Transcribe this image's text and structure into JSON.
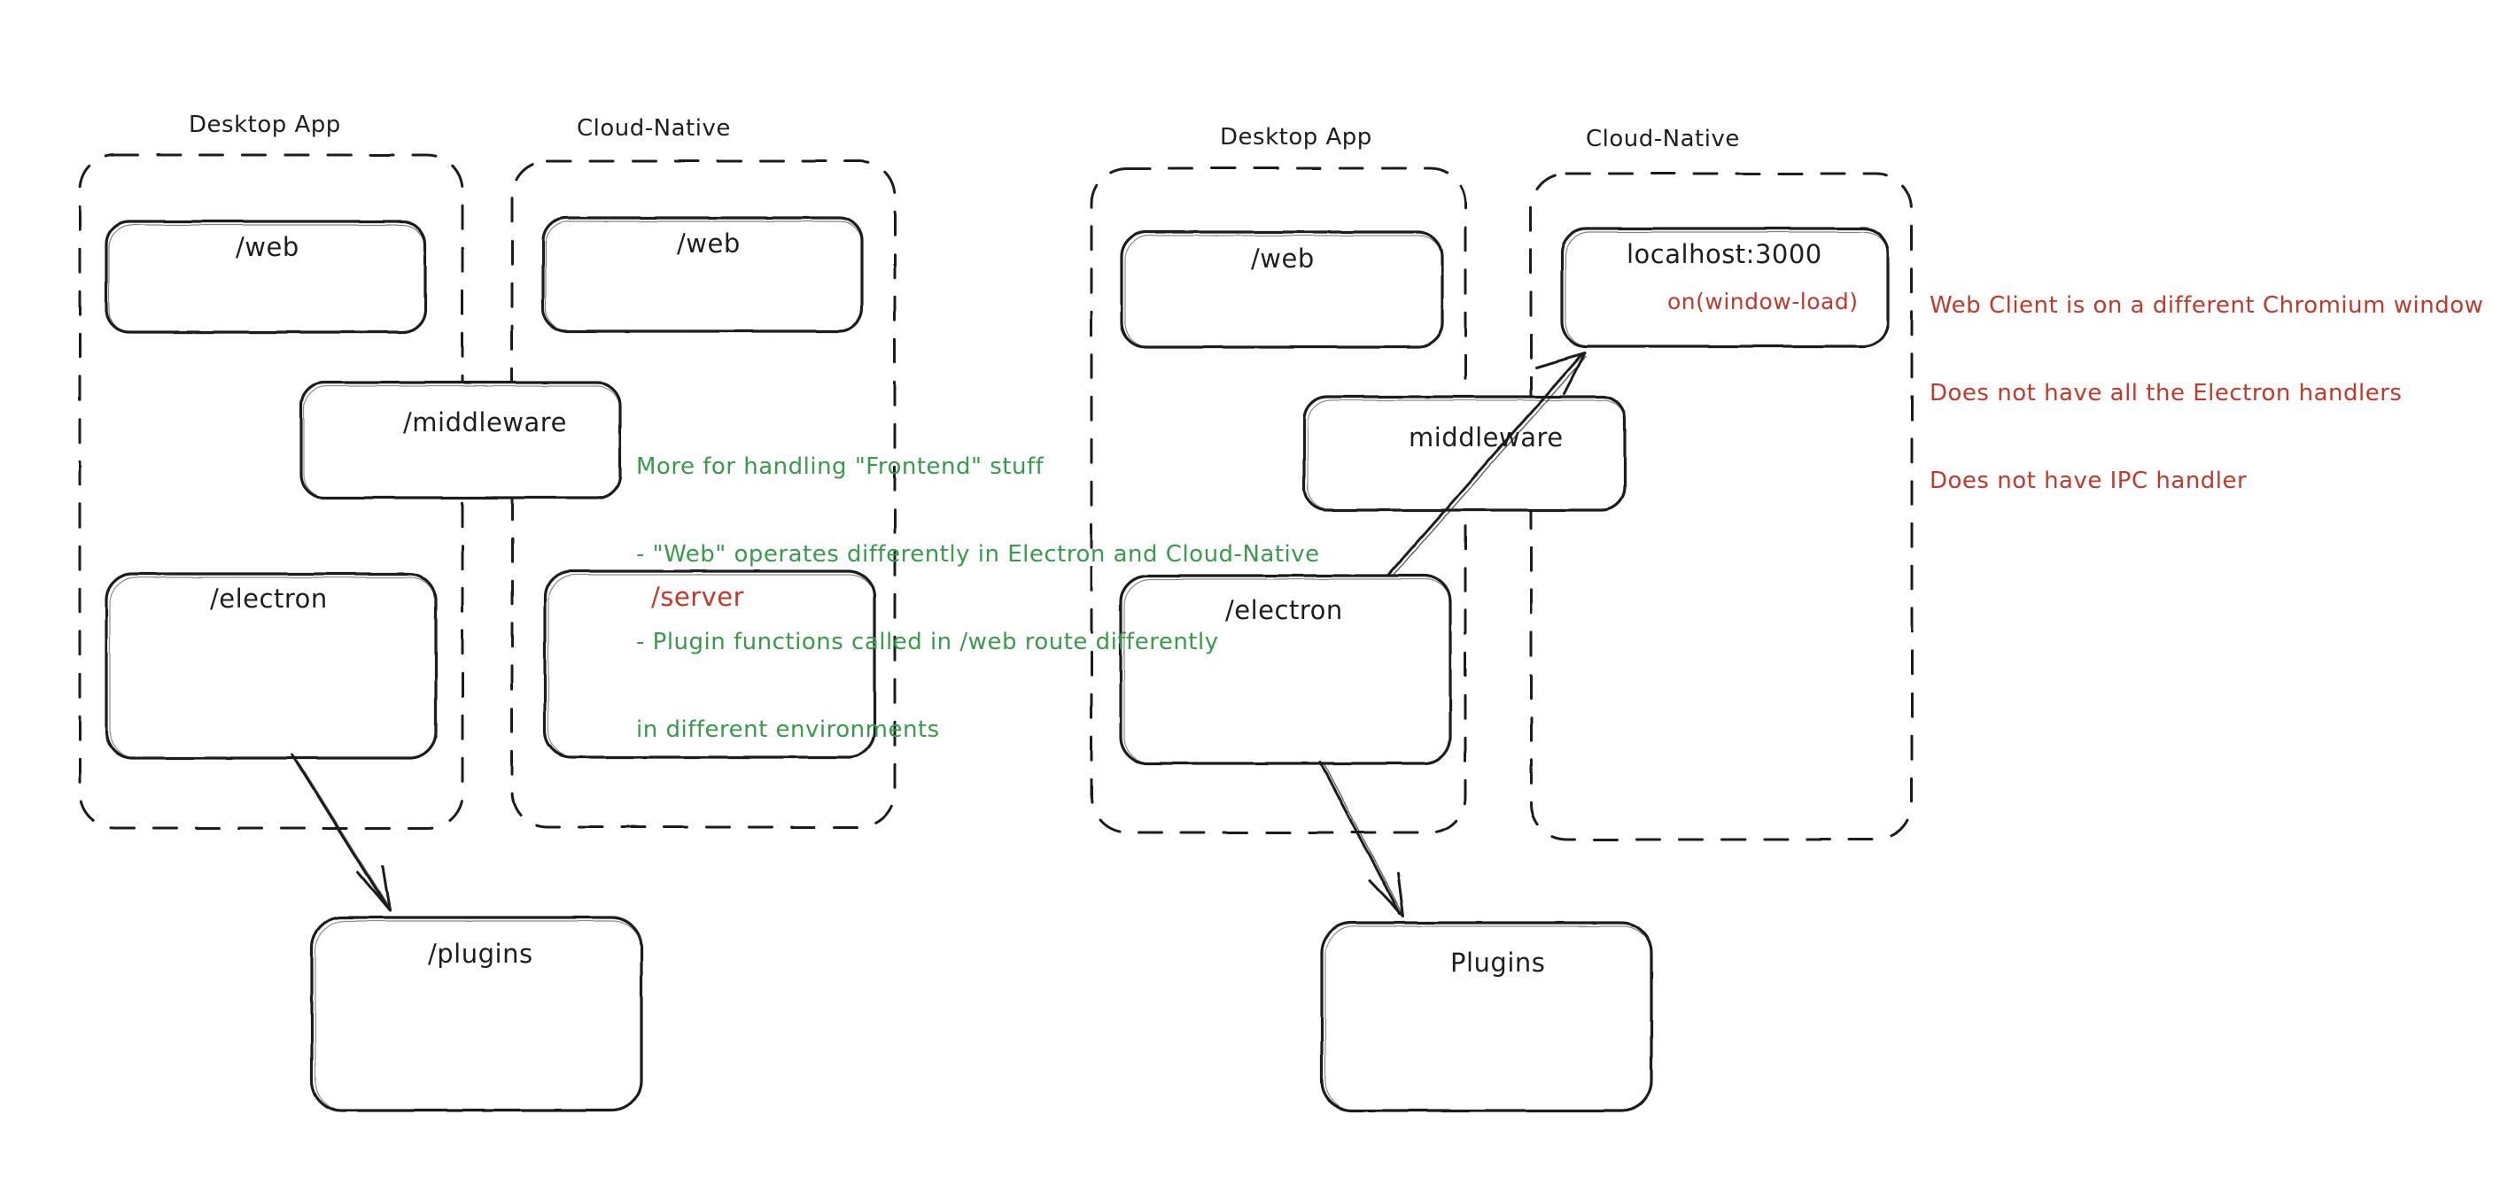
{
  "diagram": {
    "type": "architecture-sketch",
    "style": "hand-drawn",
    "background": "#ffffff",
    "colors": {
      "stroke": "#1e1e1e",
      "green_note": "#3a9a4c",
      "red_note": "#c0392b"
    },
    "panels": [
      {
        "id": "left-panel",
        "groups": [
          {
            "id": "left-desktop-app",
            "label": "Desktop App",
            "boxes": [
              {
                "id": "left-desktop-web",
                "label": "/web",
                "color": "#1e1e1e"
              },
              {
                "id": "left-desktop-electron",
                "label": "/electron",
                "color": "#1e1e1e"
              }
            ]
          },
          {
            "id": "left-cloud-native",
            "label": "Cloud-Native",
            "boxes": [
              {
                "id": "left-cloud-web",
                "label": "/web",
                "color": "#1e1e1e"
              },
              {
                "id": "left-cloud-server",
                "label": "/server",
                "color": "#c0392b"
              }
            ]
          }
        ],
        "spanning_boxes": [
          {
            "id": "left-middleware",
            "label": "/middleware",
            "color": "#1e1e1e"
          }
        ],
        "outside_boxes": [
          {
            "id": "left-plugins",
            "label": "/plugins",
            "color": "#1e1e1e"
          }
        ],
        "arrows": [
          {
            "id": "left-electron-to-plugins",
            "from": "left-desktop-electron",
            "to": "left-plugins"
          }
        ]
      },
      {
        "id": "right-panel",
        "groups": [
          {
            "id": "right-desktop-app",
            "label": "Desktop App",
            "boxes": [
              {
                "id": "right-desktop-web",
                "label": "/web",
                "color": "#1e1e1e"
              },
              {
                "id": "right-desktop-electron",
                "label": "/electron",
                "color": "#1e1e1e"
              }
            ]
          },
          {
            "id": "right-cloud-native",
            "label": "Cloud-Native",
            "boxes": [
              {
                "id": "right-localhost",
                "label": "localhost:3000",
                "sublabel": "on(window-load)",
                "color": "#1e1e1e",
                "sublabel_color": "#c0392b"
              }
            ]
          }
        ],
        "spanning_boxes": [
          {
            "id": "right-middleware",
            "label": "middleware",
            "color": "#1e1e1e"
          }
        ],
        "outside_boxes": [
          {
            "id": "right-plugins",
            "label": "Plugins",
            "color": "#1e1e1e"
          }
        ],
        "arrows": [
          {
            "id": "right-electron-to-plugins",
            "from": "right-desktop-electron",
            "to": "right-plugins"
          },
          {
            "id": "right-electron-to-localhost",
            "from": "right-desktop-electron",
            "to": "right-localhost"
          }
        ]
      }
    ],
    "notes": [
      {
        "id": "green-note",
        "color": "#3a9a4c",
        "lines": [
          "More for handling \"Frontend\" stuff",
          "- \"Web\" operates differently in Electron and Cloud-Native",
          "- Plugin functions called in /web route differently",
          "in different environments"
        ]
      },
      {
        "id": "red-note",
        "color": "#c0392b",
        "lines": [
          "Web Client is on a different Chromium window",
          "Does not have all the Electron handlers",
          "Does not have IPC handler"
        ]
      }
    ]
  }
}
